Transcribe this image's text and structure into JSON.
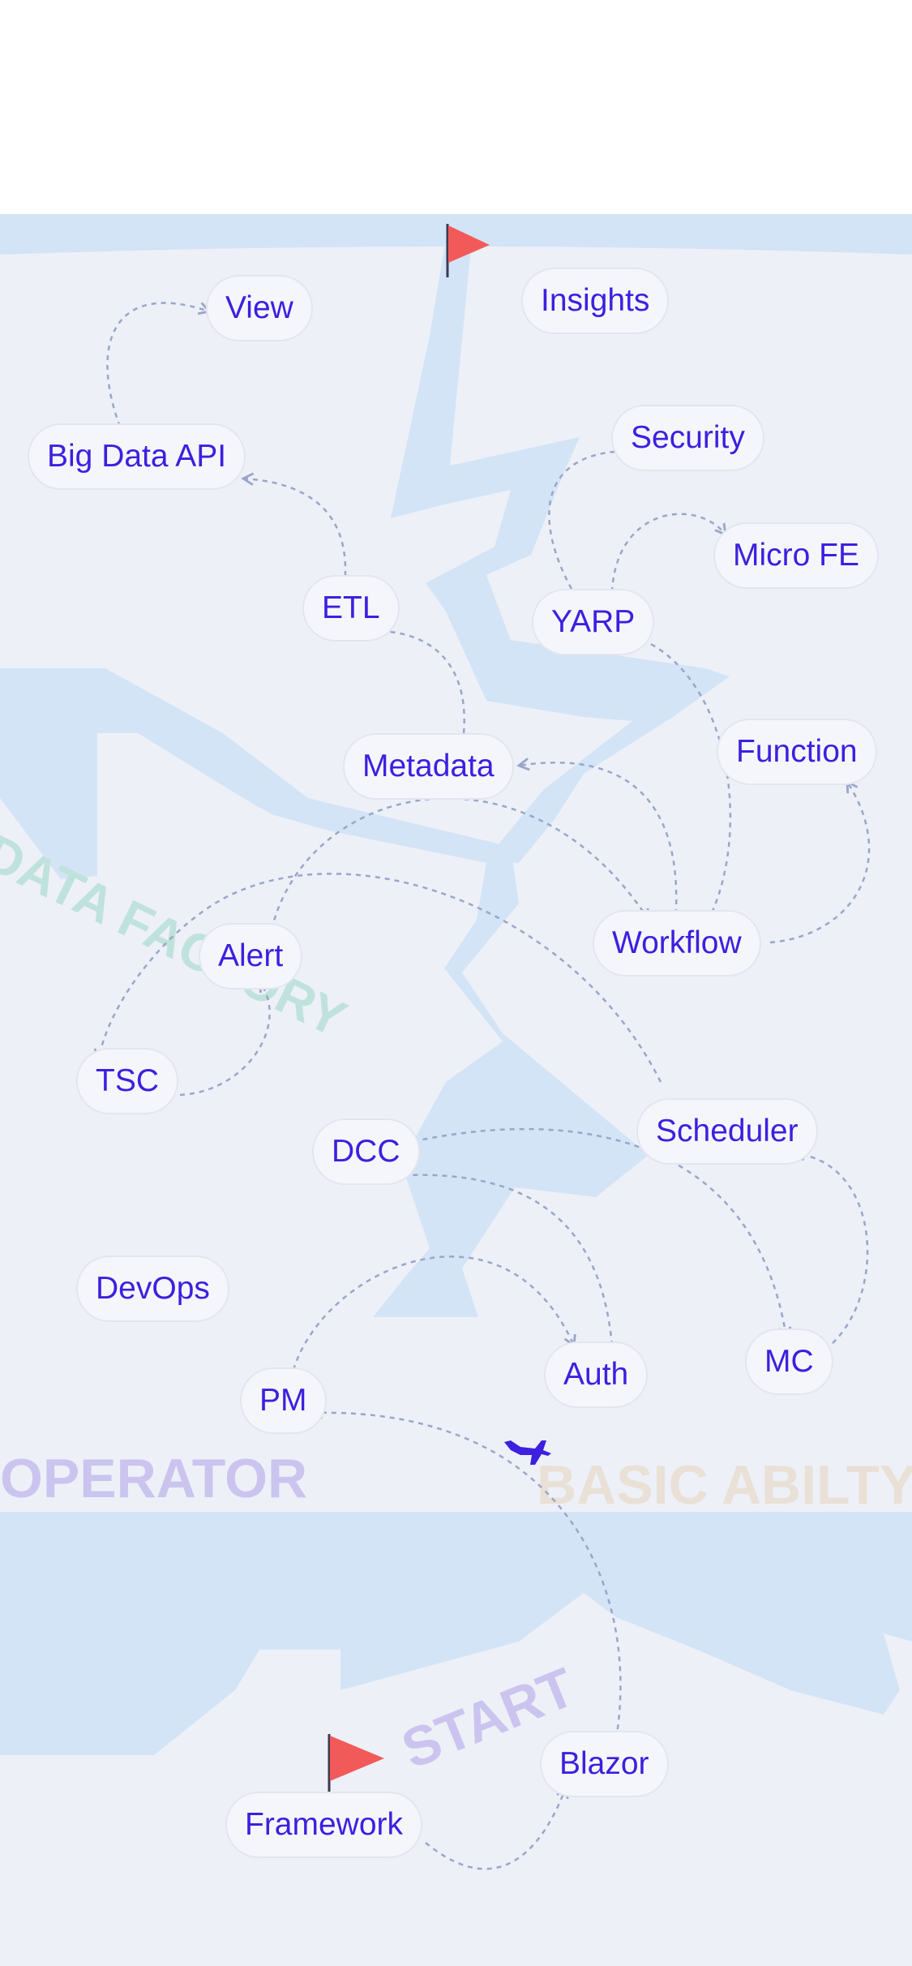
{
  "colors": {
    "river": "#d3e4f6",
    "land": "#eef0f8",
    "node_text": "#3d1fe0",
    "link": "#9aa6c8",
    "flag": "#f25a5a",
    "plane": "#3d1fe0"
  },
  "zones": {
    "data_factory": "DATA FACTORY",
    "operator": "OPERATOR",
    "basic_ability": "BASIC ABILTY",
    "start": "START"
  },
  "nodes": {
    "view": "View",
    "insights": "Insights",
    "big_data_api": "Big Data API",
    "security": "Security",
    "micro_fe": "Micro FE",
    "etl": "ETL",
    "yarp": "YARP",
    "metadata": "Metadata",
    "function": "Function",
    "workflow": "Workflow",
    "alert": "Alert",
    "tsc": "TSC",
    "scheduler": "Scheduler",
    "dcc": "DCC",
    "devops": "DevOps",
    "auth": "Auth",
    "mc": "MC",
    "pm": "PM",
    "blazor": "Blazor",
    "framework": "Framework"
  },
  "icons": {
    "goal_flag": "red-flag-icon",
    "start_flag": "red-flag-icon",
    "plane": "airplane-icon"
  }
}
